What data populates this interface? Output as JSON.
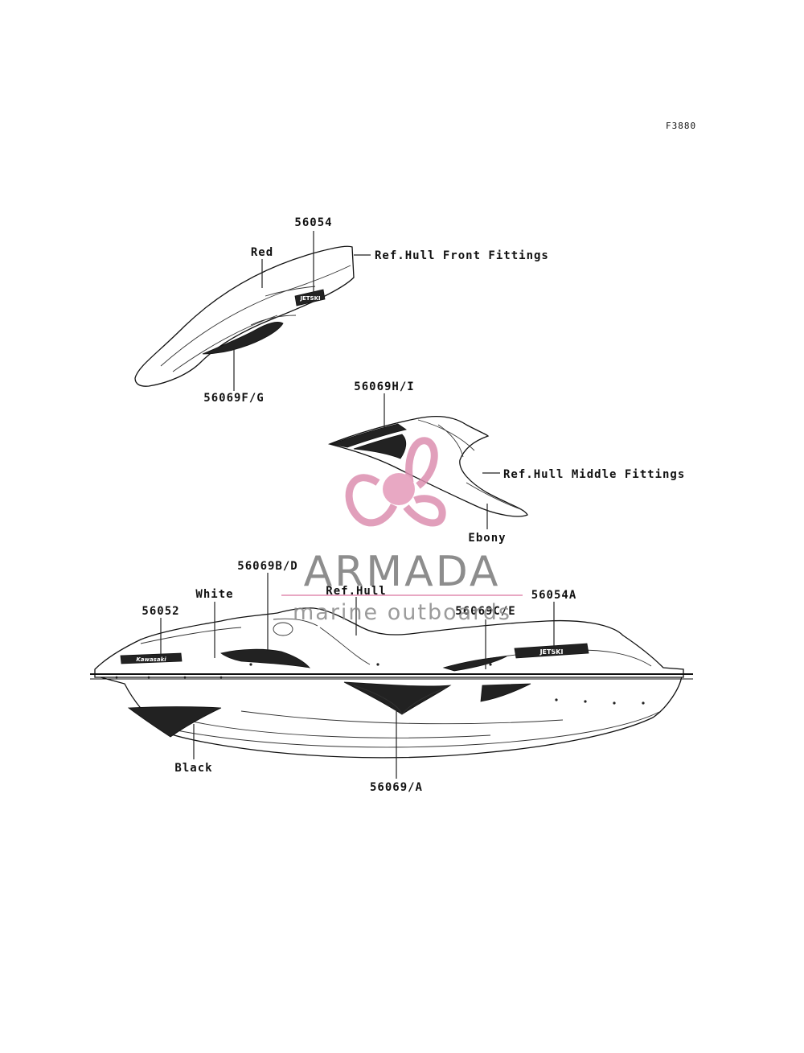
{
  "figure_code": "F3880",
  "labels": {
    "part_56054": "56054",
    "red": "Red",
    "ref_front": "Ref.Hull Front Fittings",
    "part_56069fg": "56069F/G",
    "part_56069hi": "56069H/I",
    "ref_middle": "Ref.Hull Middle Fittings",
    "ebony": "Ebony",
    "part_56069bd": "56069B/D",
    "white": "White",
    "ref_hull": "Ref.Hull",
    "part_56052": "56052",
    "part_56069ce": "56069C/E",
    "part_56054a": "56054A",
    "black": "Black",
    "part_56069a": "56069/A"
  },
  "decal_text": {
    "front_badge": "JETSKI",
    "side_logo": "Kawasaki",
    "rear_badge": "JETSKI"
  },
  "watermark": {
    "name": "ARMADA",
    "tagline": "marine outboards",
    "color_accent": "#e59ab9",
    "color_text": "#7a7a7a"
  }
}
